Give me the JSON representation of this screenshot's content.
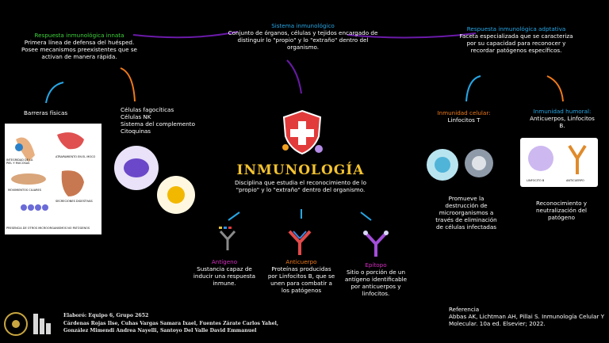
{
  "center": {
    "title": "INMUNOLOGÍA",
    "description": "Disciplina que estudia el reconocimiento de lo \"propio\" y lo \"extraño\" dentro del organismo."
  },
  "system": {
    "heading": "Sistema inmunológico",
    "text": "Conjunto de órganos, células y tejidos encargado de distinguir lo \"propio\" y lo \"extraño\" dentro del organismo."
  },
  "innate": {
    "heading": "Respuesta inmunológica innata",
    "text": "Primera línea de defensa del huésped. Posee mecanismos preexistentes que se activan de manera rápida.",
    "barriers": "Barreras físicas",
    "cells": [
      "Células fagocíticas",
      "Células NK",
      "Sistema del complemento",
      "Citoquinas"
    ],
    "image_labels": [
      "INTEGRIDAD DE LA PIEL Y MUCOSAS",
      "ATRAPAMIENTO EN EL MOCO",
      "MOVIMIENTOS CILIARES",
      "SECRECIONES DIGESTIVAS",
      "PRESENCIA DE OTROS MICROORGANISMOS NO PATÓGENOS"
    ]
  },
  "adaptive": {
    "heading": "Respuesta inmunológica adptativa",
    "text": "Faceta especializada que se caracteriza por su capacidad para reconocer y recordar patógenos específicos.",
    "cellular_heading": "Inmunidad celular:",
    "cellular_text": "Linfocitos T",
    "cellular_desc": "Promueve la destrucción de microorganismos a través de eliminación de células infectadas",
    "humoral_heading": "Inmunidad humoral:",
    "humoral_text": "Anticuerpos, Linfocitos B.",
    "humoral_desc": "Reconocimiento y neutralización del patógeno",
    "image_labels": [
      "LINFOCITO B",
      "ANTICUERPO"
    ]
  },
  "antigen": {
    "heading": "Antígeno",
    "text": "Sustancia capaz de inducir una respuesta inmune."
  },
  "antibody": {
    "heading": "Anticuerpo",
    "text": "Proteínas producidas por Linfocitos B, que se unen para combatir a los patógenos"
  },
  "epitope": {
    "heading": "Epítopo",
    "text": "Sitio o porción de un antígeno identificable por anticuerpos y linfocitos."
  },
  "credits": {
    "line1": "Elaboró: Equipo 6, Grupo 2652",
    "line2": "Cárdenas Rojas Ilse, Cuhas Vargas Samara Ixael, Fuentes Zárate Carlos Yahel,",
    "line3": "González Mimendi Andrea Nayelli, Santoyo Del Valle David Emmanuel"
  },
  "reference": {
    "heading": "Referencia",
    "text": "Abbas AK, Lichtman AH, Pillai S. Inmunología Celular Y Molecular. 10a ed. Elsevier; 2022."
  },
  "colors": {
    "innate": "#3fd23c",
    "adaptive": "#27a7e6",
    "connector_purple": "#6a1aa8",
    "connector_orange": "#f07a1a",
    "title": "#f2c230"
  }
}
